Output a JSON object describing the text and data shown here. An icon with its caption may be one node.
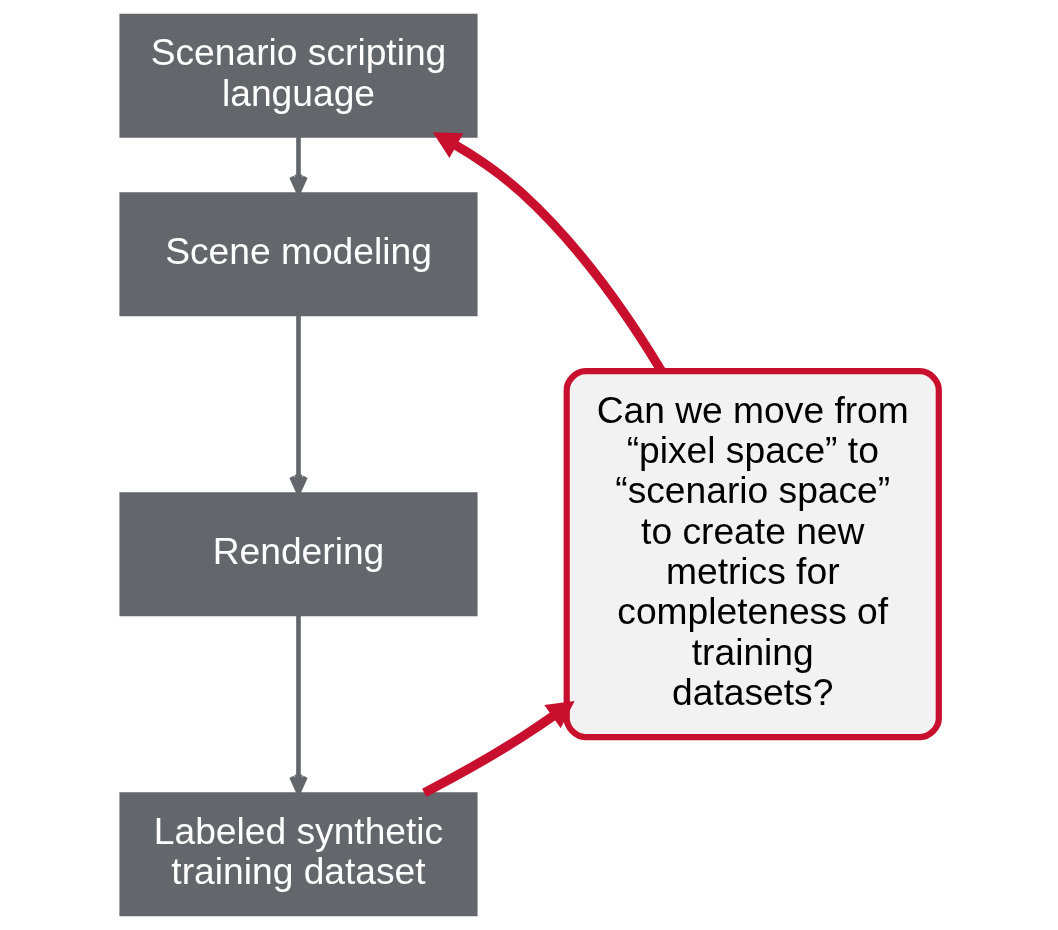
{
  "diagram": {
    "nodes": [
      {
        "text": [
          "Scenario scripting language"
        ]
      },
      {
        "text": [
          "Scene modeling"
        ]
      },
      {
        "text": [
          "Rendering"
        ]
      },
      {
        "text": [
          "Labeled synthetic training dataset"
        ]
      },
      {
        "text": [
          "Can we move from “pixel space” to “scenario space” to create new metrics for completeness of training datasets?"
        ]
      }
    ],
    "edges": [
      {
        "from": 0,
        "to": 1,
        "arrow": "to"
      },
      {
        "from": 1,
        "to": 2,
        "arrow": "to"
      },
      {
        "from": 2,
        "to": 3,
        "arrow": "to"
      },
      {
        "from": 3,
        "to": 4,
        "arrow": "to",
        "style": "thick",
        "color": "#c8102e"
      },
      {
        "from": 4,
        "to": 0,
        "arrow": "to",
        "style": "thick",
        "color": "#c8102e"
      }
    ]
  }
}
